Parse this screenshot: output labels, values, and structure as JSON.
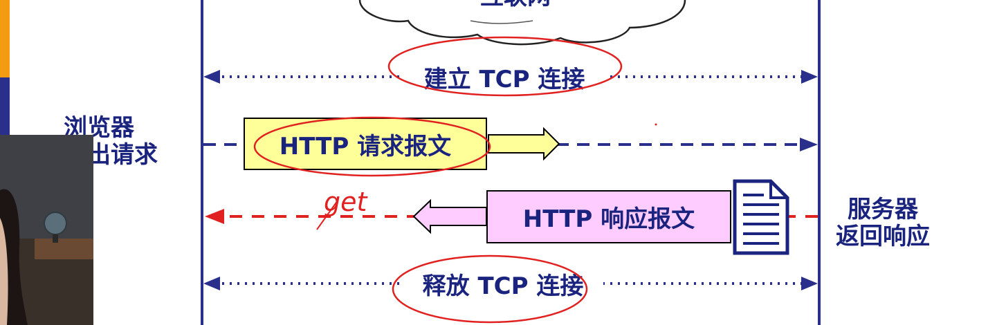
{
  "cloud_label": "互联网",
  "left_label": {
    "line1": "浏览器",
    "line2": "发出请求"
  },
  "right_label": {
    "line1": "服务器",
    "line2": "返回响应"
  },
  "establish_label": "建立 TCP 连接",
  "request_label": "HTTP 请求报文",
  "response_label": "HTTP 响应报文",
  "release_label": "释放 TCP 连接",
  "annotation_text": "get",
  "colors": {
    "navy": "#2b2f8c",
    "red": "#e0211f",
    "request_fill": "#ffff99",
    "response_fill": "#ffccff",
    "orange": "#f39c12"
  }
}
